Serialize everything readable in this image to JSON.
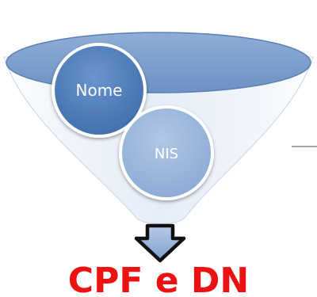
{
  "funnel": {
    "inputs": [
      {
        "label": "Nome"
      },
      {
        "label": "NIS"
      }
    ],
    "output": {
      "label": "CPF e DN"
    }
  },
  "colors": {
    "funnel_rim": "#6f94c6",
    "funnel_body": "#edf2fa",
    "nome_circle": "#4f7fba",
    "nis_circle": "#9cb7dc",
    "result_text": "#ee1111"
  }
}
